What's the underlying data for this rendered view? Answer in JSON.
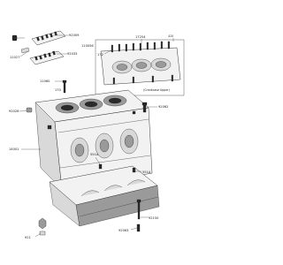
{
  "title": "Crankcase",
  "labels": {
    "p92009": "92009",
    "p92033": "92033",
    "p11027": "11027",
    "p110056": "110056",
    "p11060": "11060",
    "p170": "170",
    "p92026": "92026",
    "p14001": "14001",
    "p551a": "551A",
    "p92062": "92062",
    "p92150": "92150",
    "p92063": "92063",
    "p921": "921",
    "p17254": "17254",
    "p410": "410",
    "p172": "172",
    "inset_caption": "(Crankcase Upper)"
  }
}
